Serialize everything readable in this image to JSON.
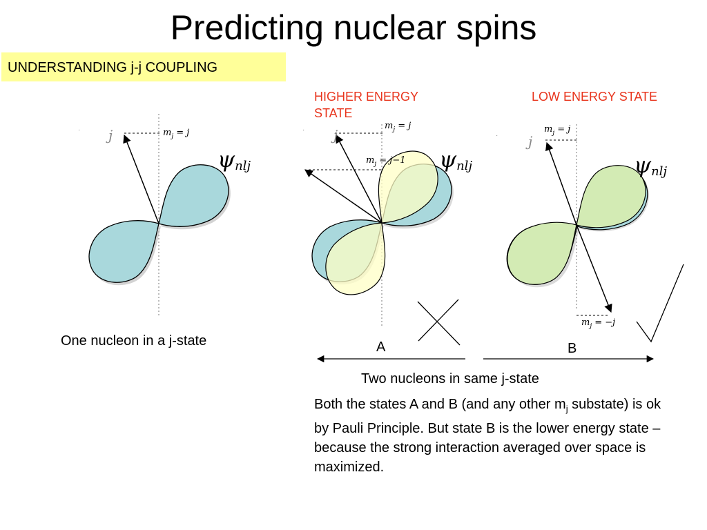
{
  "slide": {
    "title": "Predicting nuclear spins",
    "badge": "UNDERSTANDING j-j COUPLING",
    "higher_energy_label": "HIGHER ENERGY STATE",
    "low_energy_label": "LOW ENERGY STATE",
    "one_nucleon_caption": "One nucleon in a j-state",
    "label_a": "A",
    "label_b": "B",
    "two_nucleons_caption": "Two nucleons in same j-state",
    "explanation_part1": "Both the states A and B (and any other m",
    "explanation_sub": "j",
    "explanation_part2": " substate) is ok by Pauli Principle.  But state B is the lower energy state – because the strong interaction averaged over space is maximized."
  },
  "diagram_labels": {
    "j": "j",
    "mj_j": "m",
    "mj_sub": "j",
    "eq_j": " = j",
    "eq_j_minus_1": " = j−1",
    "eq_minus_j": " = −j",
    "psi": "ψ",
    "psi_sub": "nlj"
  },
  "colors": {
    "blue_lobe": "#a9d8dc",
    "yellow_lobe": "#ffffc6",
    "green_lobe": "#d3ebb4",
    "label_red": "#e8341c",
    "badge_bg": "#ffff99"
  }
}
